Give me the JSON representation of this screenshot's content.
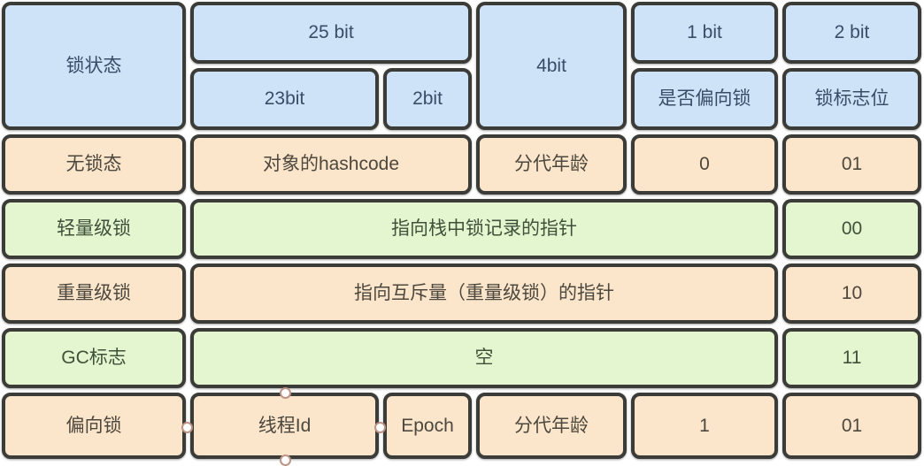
{
  "colors": {
    "header_bg": "#cfe3f8",
    "row_orange_bg": "#fbe5cb",
    "row_green_bg": "#e3f6d0",
    "border": "#3b3b38"
  },
  "header": {
    "lock_state": "锁状态",
    "bits_25": "25 bit",
    "bits_23": "23bit",
    "bits_2": "2bit",
    "bits_4": "4bit",
    "bits_1": "1 bit",
    "biased_label": "是否偏向锁",
    "flag_bits": "2 bit",
    "flag_label": "锁标志位"
  },
  "rows": {
    "no_lock": {
      "state": "无锁态",
      "hashcode": "对象的hashcode",
      "age": "分代年龄",
      "biased": "0",
      "flag": "01"
    },
    "lightweight": {
      "state": "轻量级锁",
      "content": "指向栈中锁记录的指针",
      "flag": "00"
    },
    "heavyweight": {
      "state": "重量级锁",
      "content": "指向互斥量（重量级锁）的指针",
      "flag": "10"
    },
    "gc_mark": {
      "state": "GC标志",
      "content": "空",
      "flag": "11"
    },
    "biased": {
      "state": "偏向锁",
      "thread_id": "线程Id",
      "epoch": "Epoch",
      "age": "分代年龄",
      "biased": "1",
      "flag": "01"
    }
  }
}
